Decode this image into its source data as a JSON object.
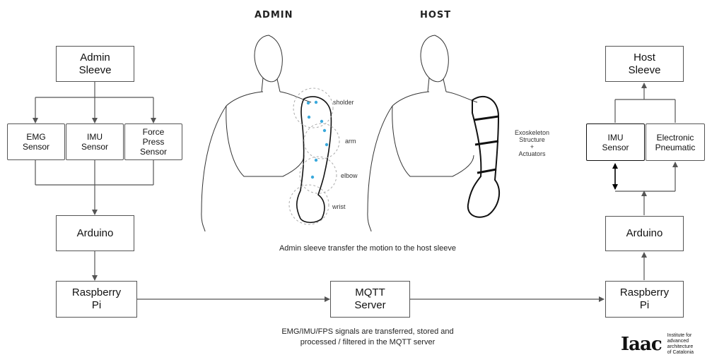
{
  "labels": {
    "admin": "ADMIN",
    "host": "HOST"
  },
  "left": {
    "admin_sleeve": "Admin\nSleeve",
    "emg": "EMG\nSensor",
    "imu": "IMU\nSensor",
    "force": "Force\nPress\nSensor",
    "arduino": "Arduino",
    "raspberry": "Raspberry\nPi"
  },
  "center": {
    "mqtt": "MQTT\nServer"
  },
  "right": {
    "host_sleeve": "Host\nSleeve",
    "imu": "IMU\nSensor",
    "pneumatic": "Electronic\nPneumatic",
    "arduino": "Arduino",
    "raspberry": "Raspberry\nPi"
  },
  "figure_tags": {
    "shoulder": "sholder",
    "arm": "arm",
    "elbow": "elbow",
    "wrist": "wrist",
    "exo": "Exoskeleton\nStructure\n+\nActuators"
  },
  "captions": {
    "motion": "Admin sleeve transfer the motion to the host sleeve",
    "signals_line1": "EMG/IMU/FPS signals are transferred, stored and",
    "signals_line2": "processed / filtered in the MQTT server"
  },
  "logo": {
    "mark": "Iaac",
    "institute": "Institute for\nadvanced\narchitecture\nof Catalonia"
  },
  "colors": {
    "sensor_dot": "#3aa9dc",
    "line": "#555555"
  }
}
